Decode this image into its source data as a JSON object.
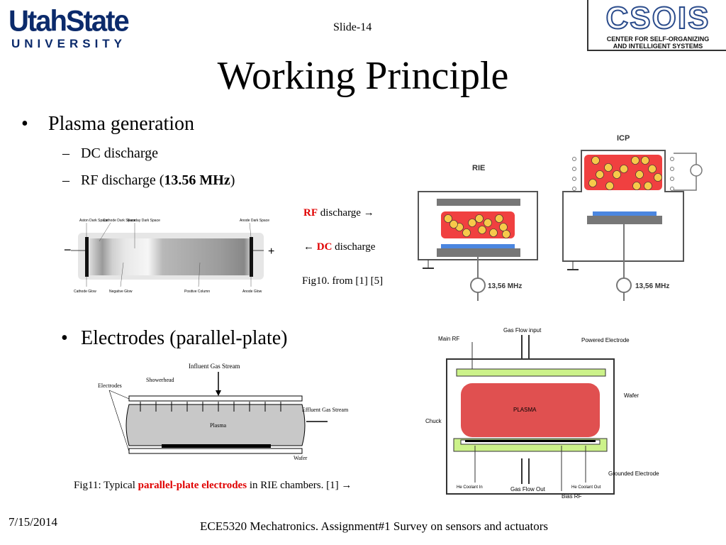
{
  "header": {
    "logo_left_main": "UtahState",
    "logo_left_sub": "UNIVERSITY",
    "slide_number": "Slide-14",
    "logo_right_main": "CSOIS",
    "logo_right_sub1": "CENTER FOR SELF-ORGANIZING",
    "logo_right_sub2": "AND INTELLIGENT SYSTEMS"
  },
  "title": "Working Principle",
  "bullets": {
    "b1": "Plasma generation",
    "b1_sub1": "DC discharge",
    "b1_sub2_prefix": "RF discharge (",
    "b1_sub2_bold": "13.56 MHz",
    "b1_sub2_suffix": ")",
    "b2": "Electrodes (parallel-plate)"
  },
  "dc_figure": {
    "label_aston": "Aston Dark Space",
    "label_cathode_dark": "Cathode Dark Space",
    "label_faraday": "Faraday Dark Space",
    "label_anode_dark": "Anode Dark Space",
    "label_cathode_glow": "Cathode Glow",
    "label_negative_glow": "Negative Glow",
    "label_positive_column": "Positive Column",
    "label_anode_glow": "Anode Glow",
    "minus": "−",
    "plus": "+"
  },
  "annotations": {
    "rf_red": "RF",
    "rf_rest": " discharge",
    "rf_arrow": "→",
    "dc_arrow": "←",
    "dc_red": "DC",
    "dc_rest": " discharge",
    "fig10": "Fig10. from [1] [5]"
  },
  "rie_icp": {
    "rie_label": "RIE",
    "icp_label": "ICP",
    "freq1": "13,56 MHz",
    "freq2": "13,56 MHz"
  },
  "showerhead_figure": {
    "label_influent": "Influent Gas Stream",
    "label_showerhead": "Showerhead",
    "label_electrodes": "Electrodes",
    "label_effluent": "Effluent Gas Stream",
    "label_plasma": "Plasma",
    "label_wafer": "Wafer"
  },
  "chamber_figure": {
    "label_main_rf": "Main RF",
    "label_gas_flow_input": "Gas Flow input",
    "label_powered_electrode": "Powered Electrode",
    "label_wafer": "Wafer",
    "label_plasma": "PLASMA",
    "label_chuck": "Chuck",
    "label_grounded_electrode": "Grounded Electrode",
    "label_he_coolant_in": "He Coolant In",
    "label_gas_flow_out": "Gas Flow Out",
    "label_he_coolant_out": "He Coolant Out",
    "label_bias_rf": "Bias RF"
  },
  "fig11": {
    "prefix": "Fig11: Typical ",
    "red": "parallel-plate electrodes",
    "suffix": " in RIE chambers. [1] ",
    "arrow": "→"
  },
  "footer": {
    "date": "7/15/2014",
    "course": "ECE5320 Mechatronics. Assignment#1 Survey on sensors and actuators"
  },
  "colors": {
    "usu_blue": "#0b2a6b",
    "csois_blue": "#2b4c8c",
    "plasma_red": "#f04040",
    "highlight_red": "#e00000",
    "electrode_green": "#ccf28a"
  }
}
